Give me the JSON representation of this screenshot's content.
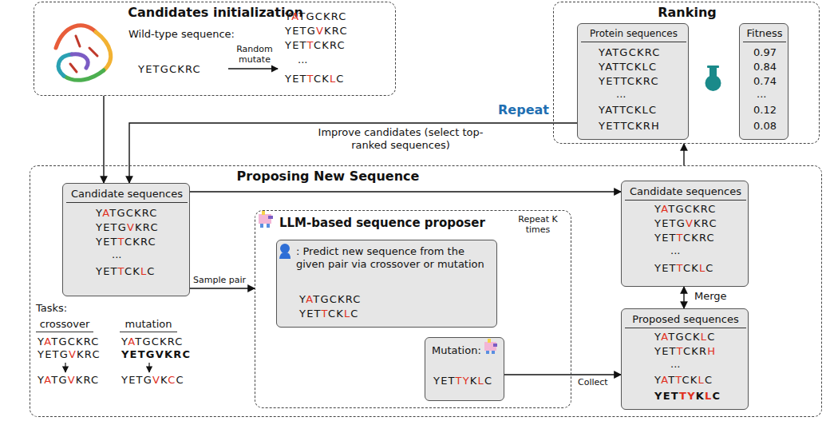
{
  "diagram": {
    "nodes": [
      {
        "text": [
          "Candidates initialization",
          "Wild-type sequence:",
          "YETGCKRC",
          "Random mutate",
          "YATGCKRC",
          "YETGVKRC",
          "YETTCKRC",
          "...",
          "YETTCKLC"
        ]
      },
      {
        "text": [
          "Ranking"
        ]
      },
      {
        "text": [
          "Protein sequences",
          "YATGCKRC",
          "YATTCKLC",
          "YETTCKRC",
          "...",
          "YATTCKLC",
          "YETTCKRH"
        ],
        "in": 1
      },
      {
        "text": [
          "Fitness",
          "0.97",
          "0.84",
          "0.74",
          "...",
          "0.12",
          "0.08"
        ],
        "in": 1
      },
      {
        "text": [
          "Proposing New Sequence"
        ]
      },
      {
        "text": [
          "Candidate sequences",
          "YATGCKRC",
          "YETGVKRC",
          "YETTCKRC",
          "...",
          "YETTCKLC"
        ],
        "in": 4
      },
      {
        "text": [
          "LLM-based sequence proposer",
          "Repeat K times"
        ],
        "in": 4
      },
      {
        "text": [
          ": Predict new sequence from the given pair via crossover or mutation",
          "YATGCKRC",
          "YETTCKLC"
        ],
        "in": 6
      },
      {
        "text": [
          "Mutation:",
          "YETTYKLC"
        ],
        "in": 6
      },
      {
        "text": [
          "Candidate sequences",
          "YATGCKRC",
          "YETGVKRC",
          "YETTCKRC",
          "...",
          "YETTCKLC"
        ],
        "in": 4
      },
      {
        "text": [
          "Proposed sequences",
          "YATGCKLC",
          "YETTCKRH",
          "...",
          "YATTCKLC",
          "YETTYKLC"
        ],
        "in": 4
      }
    ],
    "edges": [
      {
        "from": 0,
        "to": 5,
        "arrow": "to"
      },
      {
        "from": 2,
        "to": 5,
        "arrow": "to",
        "label": "Improve candidates (select top-ranked sequences)"
      },
      {
        "from": 4,
        "to": 1,
        "arrow": "to"
      },
      {
        "from": 5,
        "to": 6,
        "arrow": "to",
        "label": "Sample pair"
      },
      {
        "from": 5,
        "to": 9,
        "arrow": "to"
      },
      {
        "from": 8,
        "to": 10,
        "arrow": "to",
        "label": "Collect"
      },
      {
        "from": 9,
        "to": 10,
        "arrow": "both",
        "label": "Merge"
      }
    ],
    "labels": [
      "Repeat",
      "Tasks:",
      "crossover",
      "YATGCKRC",
      "YETGVKRC",
      "YATGVKRC",
      "mutation",
      "YATGCKRC",
      "YETGVKRC",
      "YETGVKCC"
    ]
  }
}
